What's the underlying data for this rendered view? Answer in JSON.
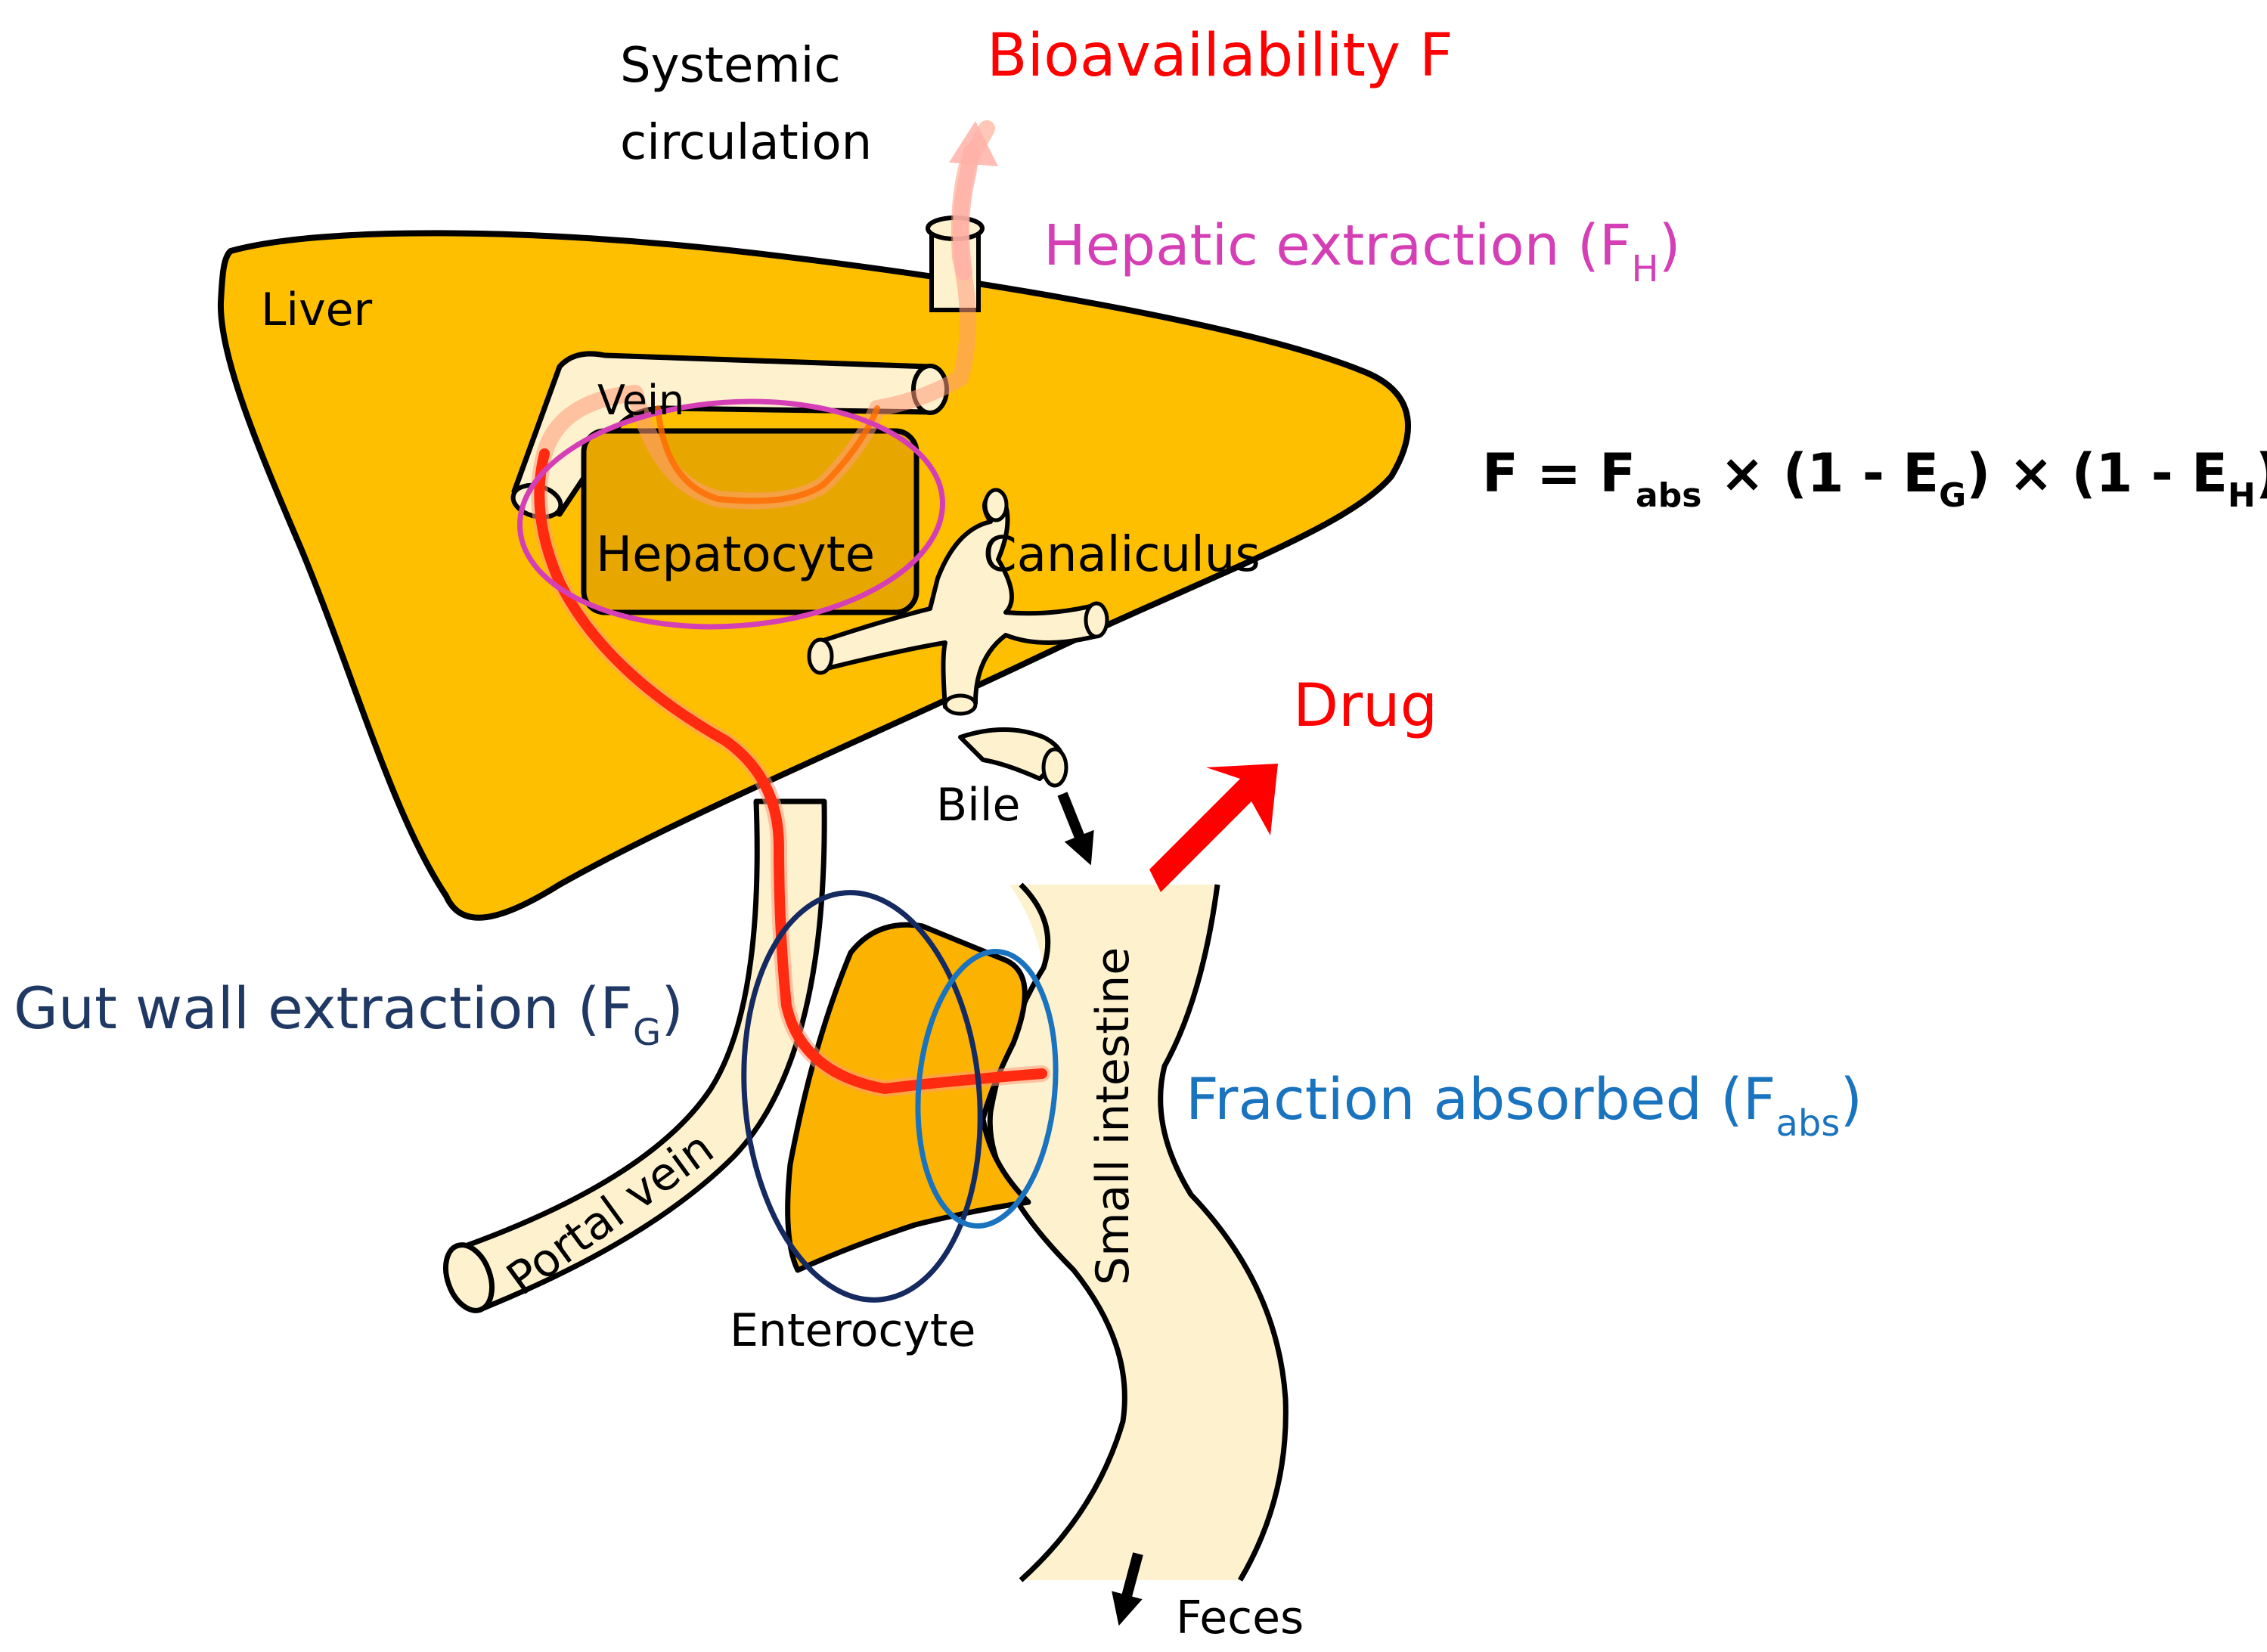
{
  "labels": {
    "systemic_line1": "Systemic",
    "systemic_line2": "circulation",
    "bioavailability": "Bioavailability F",
    "hepatic_extraction_main": "Hepatic extraction (F",
    "hepatic_extraction_sub": "H",
    "hepatic_extraction_close": ")",
    "liver": "Liver",
    "vein": "Vein",
    "hepatocyte": "Hepatocyte",
    "canaliculus": "Canaliculus",
    "drug": "Drug",
    "bile": "Bile",
    "gut_wall_main": "Gut wall extraction (F",
    "gut_wall_sub": "G",
    "gut_wall_close": ")",
    "small_intestine": "Small intestine",
    "fraction_absorbed_main": "Fraction absorbed (F",
    "fraction_absorbed_sub": "abs",
    "fraction_absorbed_close": ")",
    "portal_vein": "Portal vein",
    "enterocyte": "Enterocyte",
    "feces": "Feces"
  },
  "formula": {
    "f": "F = F",
    "abs": "abs",
    "mid1": " × (1 - E",
    "g": "G",
    "mid2": ") × (1 - E",
    "h": "H",
    "end": ")"
  },
  "colors": {
    "liver": "#fdbf00",
    "tissue": "#fef2ce",
    "hepatocyte": "#e8a700",
    "enterocyte": "#fbb200",
    "drug_path": "#ff2a10",
    "hepatic_ring": "#d53fb6",
    "gut_ring": "#152a61",
    "absorbed_ring": "#1a73be",
    "red_label": "#ff0000",
    "magenta_label": "#d53fb6",
    "navy_label": "#1f3864",
    "blue_label": "#1a73be"
  }
}
